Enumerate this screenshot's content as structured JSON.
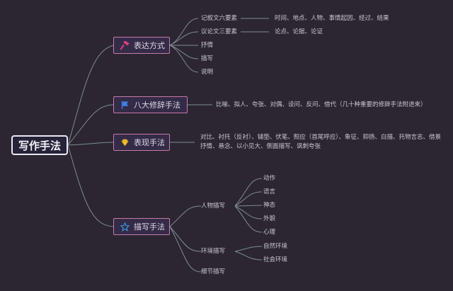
{
  "root": "写作手法",
  "branches": [
    {
      "label": "表达方式",
      "icon": "hammer-icon",
      "children": [
        {
          "label": "记叙文六要素",
          "detail": "时间、地点、人物、事情起因、经过、结果"
        },
        {
          "label": "议论文三要素",
          "detail": "论点、论据、论证"
        },
        {
          "label": "抒情"
        },
        {
          "label": "描写"
        },
        {
          "label": "说明"
        }
      ]
    },
    {
      "label": "八大修辞手法",
      "icon": "flag-icon",
      "detail": "比喻、拟人、夸张、对偶、设问、反问、借代（几十种重要的修辞手法附进来）"
    },
    {
      "label": "表现手法",
      "icon": "gem-icon",
      "detail": "对比、衬托（反衬）、铺垫、伏笔、照应（首尾呼应）、象征、抑扬、白描、托物言志、借景抒情、悬念、以小见大、侧面描写、讽刺夸张"
    },
    {
      "label": "描写手法",
      "icon": "star-icon",
      "children": [
        {
          "label": "人物描写",
          "children": [
            "动作",
            "语言",
            "神态",
            "外貌",
            "心理"
          ]
        },
        {
          "label": "环境描写",
          "children": [
            "自然环境",
            "社会环境"
          ]
        },
        {
          "label": "细节描写"
        }
      ]
    }
  ],
  "colors": {
    "background": "#2b2632",
    "branch_border": "#c87aa8",
    "root_border": "#e9e9ef",
    "link": "#7f8c90"
  }
}
